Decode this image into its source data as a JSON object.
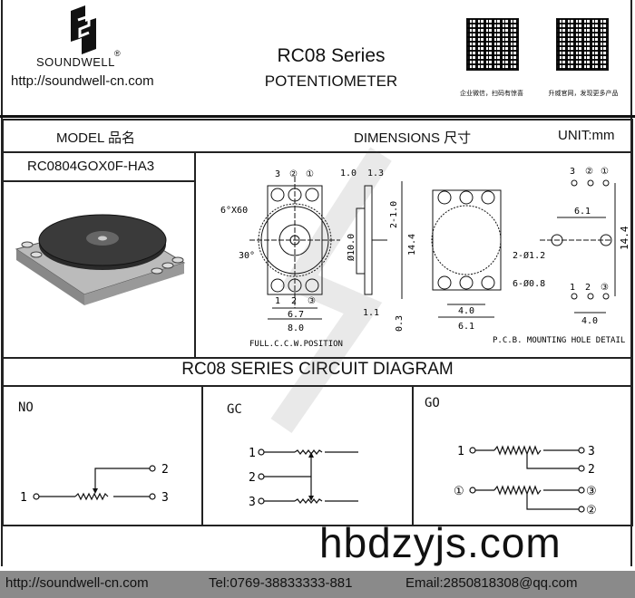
{
  "header": {
    "brand": "SOUNDWELL",
    "registered": "®",
    "url": "http://soundwell-cn.com",
    "series": "RC08 Series",
    "product": "POTENTIOMETER",
    "qr_captions": [
      "企业微信，扫码有惊喜",
      "升威官网，发现更多产品"
    ]
  },
  "table": {
    "model_header": "MODEL 品名",
    "dimensions_header": "DIMENSIONS 尺寸",
    "unit": "UNIT:mm",
    "model_name": "RC0804GOX0F-HA3"
  },
  "dimensions": {
    "pins_top": [
      "3",
      "②",
      "①"
    ],
    "pins_bottom": [
      "1",
      "2",
      "③"
    ],
    "teeth": "6°X60",
    "angle": "30°",
    "width_inner": "6.7",
    "width_outer": "8.0",
    "position_note": "FULL.C.C.W.POSITION",
    "side_top_a": "1.0",
    "side_top_b": "1.3",
    "diameter": "Ø10.0",
    "slot": "2-1.0",
    "height": "14.4",
    "side_bottom_a": "1.1",
    "side_bottom_b": "0.3",
    "back_inner": "4.0",
    "back_outer": "6.1",
    "pcb_pins_top": [
      "3",
      "②",
      "①"
    ],
    "pcb_span": "6.1",
    "pcb_large_holes": "2-Ø1.2",
    "pcb_small_holes": "6-Ø0.8",
    "pcb_pins_bottom": [
      "1",
      "2",
      "③"
    ],
    "pcb_pitch": "4.0",
    "pcb_height": "14.4",
    "pcb_note": "P.C.B. MOUNTING HOLE DETAIL"
  },
  "circuit": {
    "title": "RC08 SERIES CIRCUIT DIAGRAM",
    "no": {
      "label": "NO",
      "pins": [
        "1",
        "2",
        "3"
      ]
    },
    "gc": {
      "label": "GC",
      "pins": [
        "1",
        "2",
        "3"
      ]
    },
    "go": {
      "label": "GO",
      "pins": [
        "1",
        "3",
        "2",
        "①",
        "③",
        "②"
      ]
    }
  },
  "watermark": "hbdzyjs.com",
  "footer": {
    "url": "http://soundwell-cn.com",
    "tel": "Tel:0769-38833333-881",
    "email": "Email:2850818308@qq.com"
  }
}
